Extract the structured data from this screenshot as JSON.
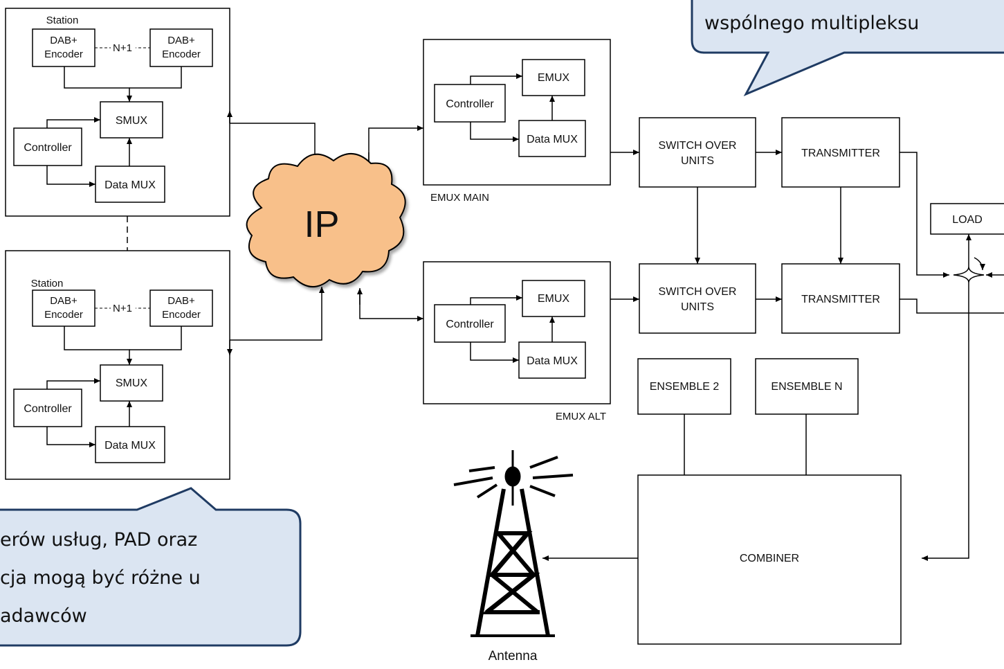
{
  "station_1": {
    "title": "Station",
    "encoder_left": [
      "DAB+",
      "Encoder"
    ],
    "encoder_right": [
      "DAB+",
      "Encoder"
    ],
    "n_plus_1": "N+1",
    "smux": "SMUX",
    "controller": "Controller",
    "data_mux": "Data MUX"
  },
  "station_2": {
    "title": "Station",
    "encoder_left": [
      "DAB+",
      "Encoder"
    ],
    "encoder_right": [
      "DAB+",
      "Encoder"
    ],
    "n_plus_1": "N+1",
    "smux": "SMUX",
    "controller": "Controller",
    "data_mux": "Data MUX"
  },
  "ip_cloud": {
    "label": "IP"
  },
  "emux_main": {
    "caption": "EMUX MAIN",
    "emux": "EMUX",
    "controller": "Controller",
    "data_mux": "Data MUX"
  },
  "emux_alt": {
    "caption": "EMUX ALT",
    "emux": "EMUX",
    "controller": "Controller",
    "data_mux": "Data MUX"
  },
  "switch_over_1": [
    "SWITCH OVER",
    "UNITS"
  ],
  "switch_over_2": [
    "SWITCH OVER",
    "UNITS"
  ],
  "transmitter_1": "TRANSMITTER",
  "transmitter_2": "TRANSMITTER",
  "load": "LOAD",
  "ensemble_2": "ENSEMBLE 2",
  "ensemble_n": "ENSEMBLE N",
  "combiner": "COMBINER",
  "antenna": "Antenna",
  "callout_top": {
    "text": "wspólnego multipleksu"
  },
  "callout_bottom": {
    "lines": [
      "erów usług, PAD oraz",
      "cja mogą być różne u",
      "adawców"
    ]
  },
  "colors": {
    "cloud_fill": "#f8c08a",
    "callout_fill": "#dbe5f2",
    "callout_stroke": "#1f3b63"
  }
}
